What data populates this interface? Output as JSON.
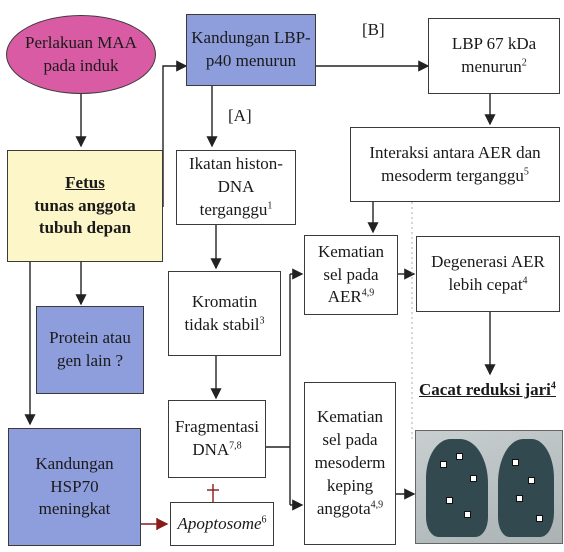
{
  "nodes": {
    "maa": "Perlakuan MAA pada induk",
    "lbp_p40": "Kandungan LBP-p40 menurun",
    "lbp67": "LBP 67 kDa menurun",
    "lbp67_sup": "2",
    "fetus_title": "Fetus",
    "fetus_sub": "tunas anggota tubuh depan",
    "histon": "Ikatan histon-DNA terganggu",
    "histon_sup": "1",
    "aer_mes": "Interaksi antara AER dan mesoderm terganggu",
    "aer_mes_sup": "5",
    "kematian_aer": "Kematian sel pada AER",
    "kematian_aer_sup": "4,9",
    "degenerasi": "Degenerasi AER lebih cepat",
    "degenerasi_sup": "4",
    "kromatin": "Kromatin tidak stabil",
    "kromatin_sup": "3",
    "protein": "Protein atau gen lain ?",
    "fragmentasi": "Fragmentasi DNA",
    "fragmentasi_sup": "7,8",
    "kematian_mes": "Kematian sel pada mesoderm keping anggota",
    "kematian_mes_sup": "4,9",
    "hsp70": "Kandungan HSP70 meningkat",
    "apoptosome": "Apoptosome",
    "apoptosome_sup": "6",
    "cacat": "Cacat reduksi jari",
    "cacat_sup": "4"
  },
  "labels": {
    "a": "[A]",
    "b": "[B]"
  },
  "colors": {
    "ellipse": "#d85ba4",
    "blue": "#8e9ddc",
    "cream": "#fdf6c8"
  }
}
